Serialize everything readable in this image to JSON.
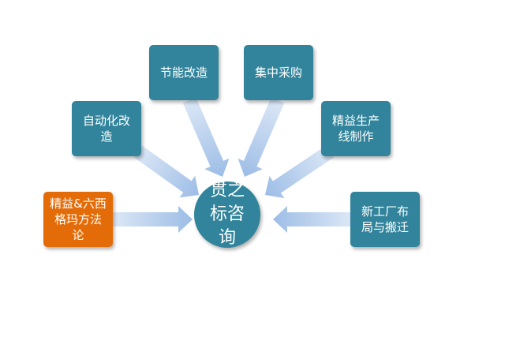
{
  "center": {
    "label": "贯之标咨询"
  },
  "nodes": [
    {
      "id": "automation",
      "label": "自动化改造"
    },
    {
      "id": "energy",
      "label": "节能改造"
    },
    {
      "id": "procurement",
      "label": "集中采购"
    },
    {
      "id": "lean-line",
      "label": "精益生产线制作"
    },
    {
      "id": "lean-six-sigma",
      "label": "精益&六西格玛方法论"
    },
    {
      "id": "new-plant",
      "label": "新工厂布局与搬迁"
    }
  ],
  "colors": {
    "node": "#31849B",
    "highlight": "#E36C09",
    "arrow_light": "#dbe7f6",
    "arrow_dark": "#9dbde6"
  }
}
